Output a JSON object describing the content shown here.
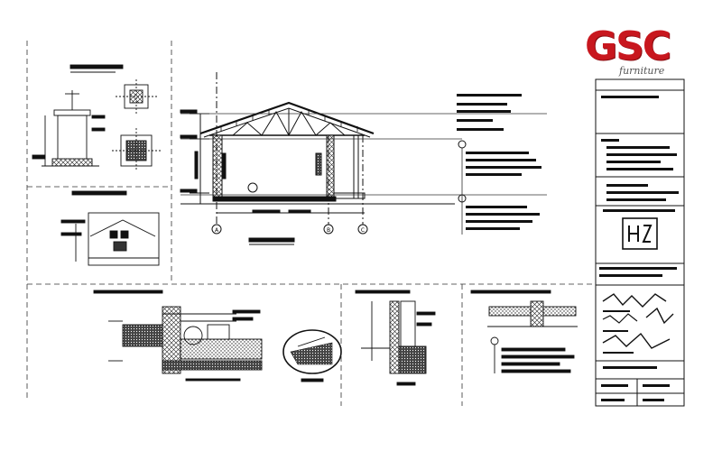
{
  "logo": {
    "text": "GSC",
    "subtitle": "furniture"
  },
  "colors": {
    "line": "#111111",
    "hatch": "#222222",
    "logo_red": "#c8171e",
    "paper": "#ffffff"
  },
  "drawing": {
    "grid_bubbles": [
      "A",
      "B",
      "C"
    ]
  }
}
